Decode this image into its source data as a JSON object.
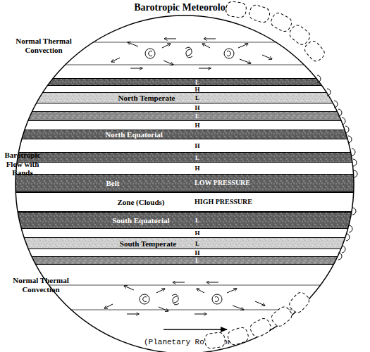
{
  "diagram": {
    "title": "Barotropic Meteorology",
    "nodes": [
      {
        "text": [
          "L"
        ]
      },
      {
        "text": [
          "North Temperate",
          "L"
        ]
      },
      {
        "text": [
          "L"
        ]
      },
      {
        "text": [
          "North Equatorial"
        ]
      },
      {
        "text": [
          "L"
        ]
      },
      {
        "text": [
          "Belt",
          "LOW PRESSURE"
        ]
      },
      {
        "text": [
          "Zone (Clouds)",
          "HIGH PRESSURE"
        ]
      },
      {
        "text": [
          "South Equatorial",
          "L"
        ]
      },
      {
        "text": [
          "South Temperate",
          "L"
        ]
      },
      {
        "text": [
          "L"
        ]
      }
    ],
    "labels": [
      "Normal Thermal Convection",
      "H",
      "H",
      "H",
      "H",
      "H",
      "Barotropic Flow with Bands",
      "H",
      "H",
      "Normal Thermal Convection",
      "(Planetary Rotation)"
    ]
  }
}
